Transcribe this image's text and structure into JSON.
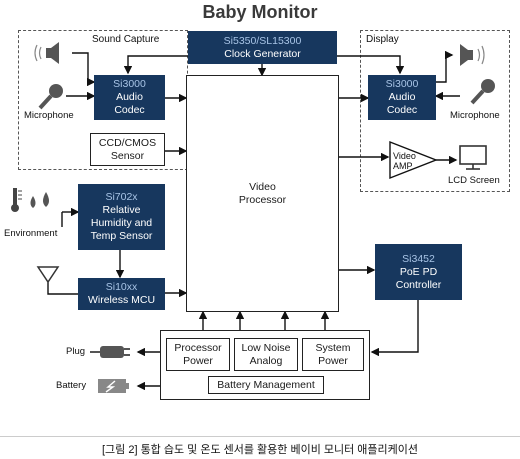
{
  "title": "Baby Monitor",
  "groups": {
    "sound_capture": "Sound Capture",
    "display": "Display"
  },
  "blocks": {
    "clock": {
      "line1": "Si5350/SL15300",
      "line2": "Clock Generator"
    },
    "codec_left": {
      "line1": "Si3000",
      "line2": "Audio",
      "line3": "Codec"
    },
    "codec_right": {
      "line1": "Si3000",
      "line2": "Audio",
      "line3": "Codec"
    },
    "ccd": {
      "line1": "CCD/CMOS",
      "line2": "Sensor"
    },
    "video_processor": {
      "line1": "Video",
      "line2": "Processor"
    },
    "humidity": {
      "line1": "Si702x",
      "line2": "Relative",
      "line3": "Humidity and",
      "line4": "Temp Sensor"
    },
    "mcu": {
      "line1": "Si10xx",
      "line2": "Wireless MCU"
    },
    "poe": {
      "line1": "Si3452",
      "line2": "PoE PD",
      "line3": "Controller"
    },
    "processor_power": {
      "line1": "Processor",
      "line2": "Power"
    },
    "low_noise": {
      "line1": "Low Noise",
      "line2": "Analog"
    },
    "system_power": {
      "line1": "System",
      "line2": "Power"
    },
    "battery_mgmt": "Battery Management",
    "video_amp": {
      "line1": "Video",
      "line2": "AMP"
    }
  },
  "labels": {
    "microphone_left": "Microphone",
    "microphone_right": "Microphone",
    "lcd": "LCD Screen",
    "environment": "Environment",
    "plug": "Plug",
    "battery": "Battery"
  },
  "caption": "[그림 2] 통합 습도 및 온도 센서를 활용한 베이비 모니터 애플리케이션",
  "colors": {
    "navy": "#17375e",
    "accent_text": "#a8c4e6"
  }
}
